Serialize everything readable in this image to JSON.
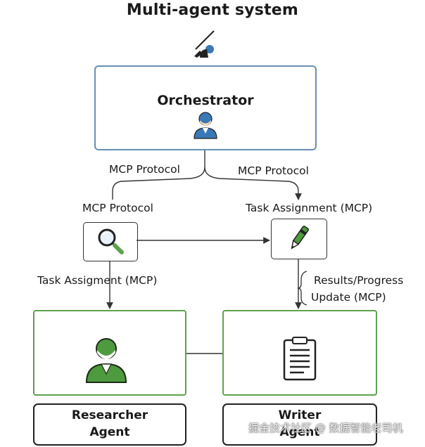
{
  "title": "Multi-agent system",
  "orchestrator": {
    "label": "Orchestrator"
  },
  "edges": {
    "mcp_protocol_left": "MCP Protocol",
    "mcp_protocol_right": "MCP Protocol",
    "mcp_protocol_search": "MCP Protocol",
    "task_assignment_top": "Task Assignment (MCP)",
    "task_assignment_left": "Task Assigment (MCP)",
    "results_line1": "Results/Progress",
    "results_line2": "Update (MCP)"
  },
  "agents": {
    "researcher": {
      "line1": "Researcher",
      "line2": "Agent"
    },
    "writer": {
      "line1": "Writer",
      "line2": "Agent"
    }
  },
  "icons": {
    "orchestrator": "conductor-baton-icon",
    "orchestrator_user": "user-icon",
    "search_tool": "magnifier-icon",
    "writer_tool": "pen-icon",
    "researcher": "user-icon",
    "writer": "clipboard-icon"
  },
  "colors": {
    "orchestrator_border": "#6a8fb5",
    "agent_border": "#5ea14c",
    "user_blue": "#3a78b6",
    "user_green": "#4e9a3e"
  },
  "watermark": "掘金技术社区 @ 数据智能老司机"
}
